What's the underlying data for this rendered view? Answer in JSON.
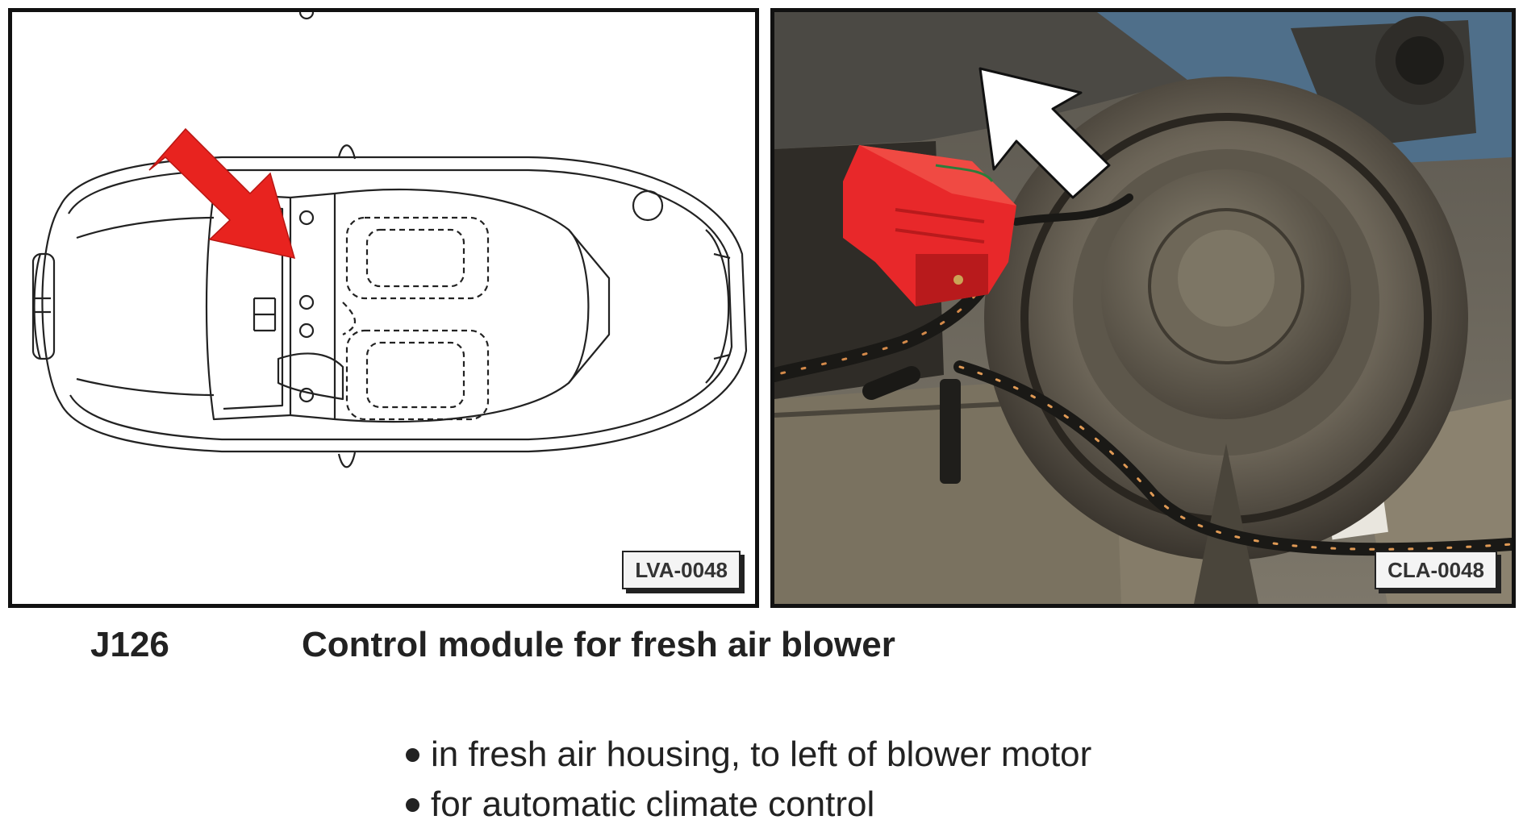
{
  "figures": {
    "left": {
      "code": "LVA-0048",
      "highlight_color": "#e8231f"
    },
    "right": {
      "code": "CLA-0048",
      "module_color": "#e8282a",
      "arrow_color": "#ffffff"
    }
  },
  "caption": {
    "component_id": "J126",
    "component_title": "Control module for fresh air blower"
  },
  "notes": [
    "in fresh air housing, to left of blower motor",
    "for automatic climate control"
  ]
}
